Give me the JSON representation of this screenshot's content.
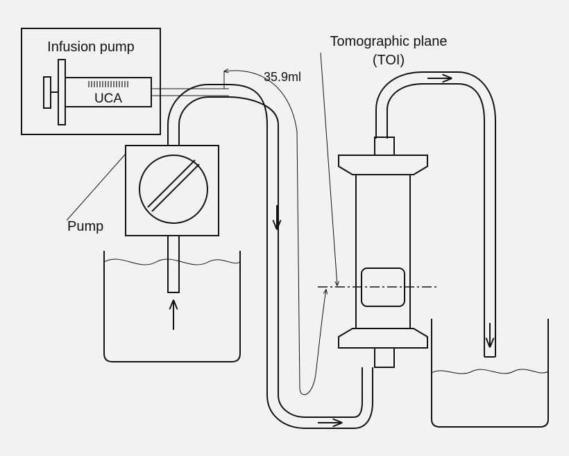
{
  "labels": {
    "infusion_pump": "Infusion pump",
    "syringe_content": "UCA",
    "volume": "35.9ml",
    "tomographic_plane_line1": "Tomographic plane",
    "tomographic_plane_line2": "(TOI)",
    "pump": "Pump"
  },
  "icons": {
    "flow_arrow": "arrow-icon"
  }
}
